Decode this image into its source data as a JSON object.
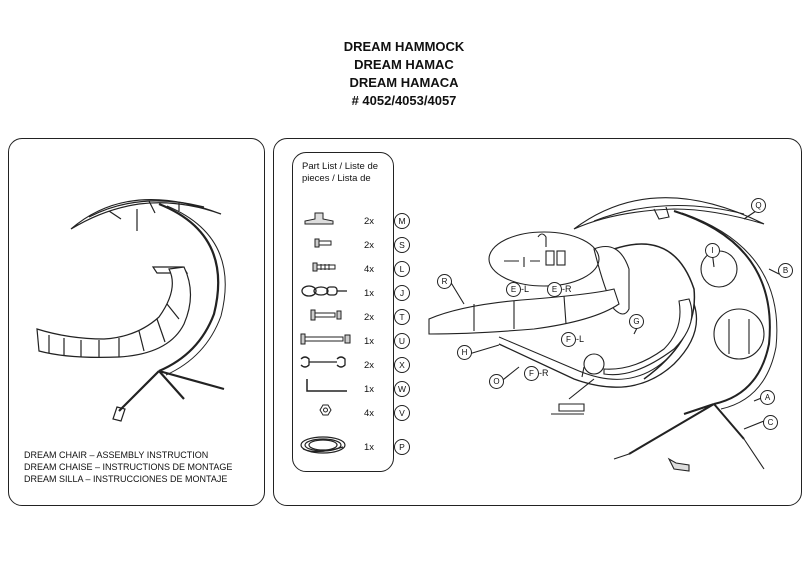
{
  "header": {
    "line1": "DREAM HAMMOCK",
    "line2": "DREAM HAMAC",
    "line3": "DREAM HAMACA",
    "line4": "# 4052/4053/4057"
  },
  "left_panel": {
    "caption_line1": "DREAM CHAIR – ASSEMBLY INSTRUCTION",
    "caption_line2": "DREAM CHAISE – INSTRUCTIONS DE MONTAGE",
    "caption_line3": "DREAM SILLA – INSTRUCCIONES DE MONTAJE"
  },
  "parts_list": {
    "title_line1": "Part List / Liste de",
    "title_line2": "pieces / Lista de",
    "items": [
      {
        "qty": "2x",
        "letter": "M",
        "icon": "knob-icon"
      },
      {
        "qty": "2x",
        "letter": "S",
        "icon": "short-bolt-icon"
      },
      {
        "qty": "4x",
        "letter": "L",
        "icon": "threaded-bolt-icon"
      },
      {
        "qty": "1x",
        "letter": "J",
        "icon": "chain-hook-icon"
      },
      {
        "qty": "2x",
        "letter": "T",
        "icon": "bolt-icon"
      },
      {
        "qty": "1x",
        "letter": "U",
        "icon": "long-bolt-icon"
      },
      {
        "qty": "2x",
        "letter": "X",
        "icon": "wrench-icon"
      },
      {
        "qty": "1x",
        "letter": "W",
        "icon": "allen-key-icon"
      },
      {
        "qty": "4x",
        "letter": "V",
        "icon": "nut-icon"
      },
      {
        "qty": "1x",
        "letter": "P",
        "icon": "rope-icon"
      }
    ]
  },
  "diagram_labels": {
    "Q": "Q",
    "I": "I",
    "B": "B",
    "R": "R",
    "G": "G",
    "H": "H",
    "O": "O",
    "A": "A",
    "C": "C",
    "F": "F",
    "E": "E",
    "suffix_L": "-L",
    "suffix_R": "-R"
  }
}
